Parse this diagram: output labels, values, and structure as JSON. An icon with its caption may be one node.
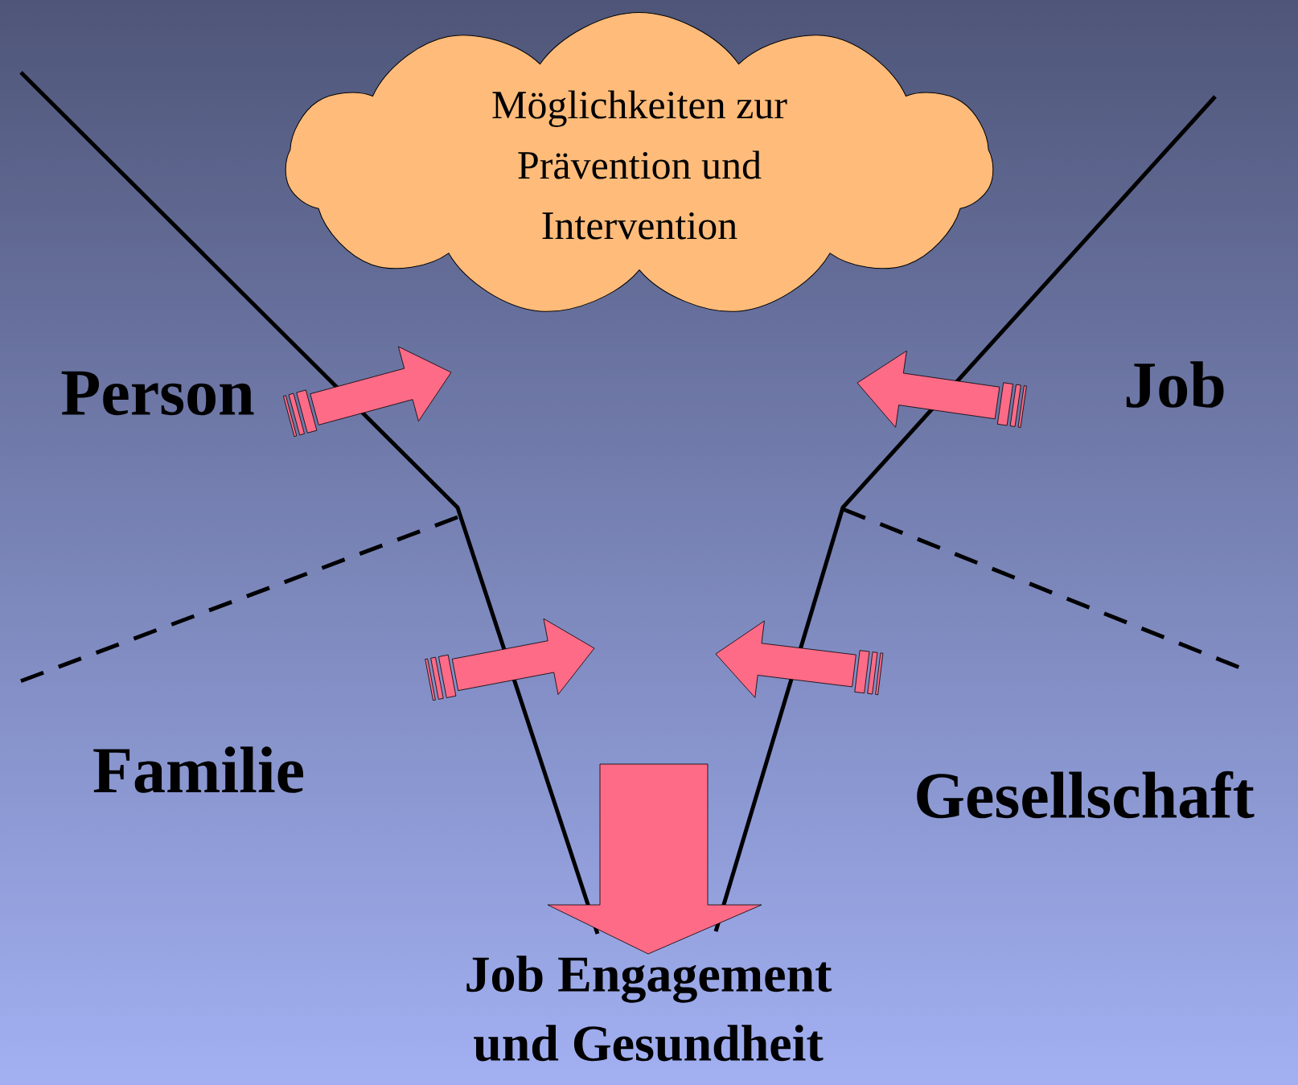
{
  "diagram": {
    "nodes": [
      {
        "text": [
          "Möglichkeiten zur Prävention und Intervention"
        ]
      },
      {
        "text": [
          "Job Engagement und Gesundheit"
        ]
      }
    ],
    "edges": [
      {
        "from": null,
        "to": 1,
        "arrow": "to"
      }
    ],
    "labels": [
      "Person",
      "Job",
      "Familie",
      "Gesellschaft"
    ]
  }
}
